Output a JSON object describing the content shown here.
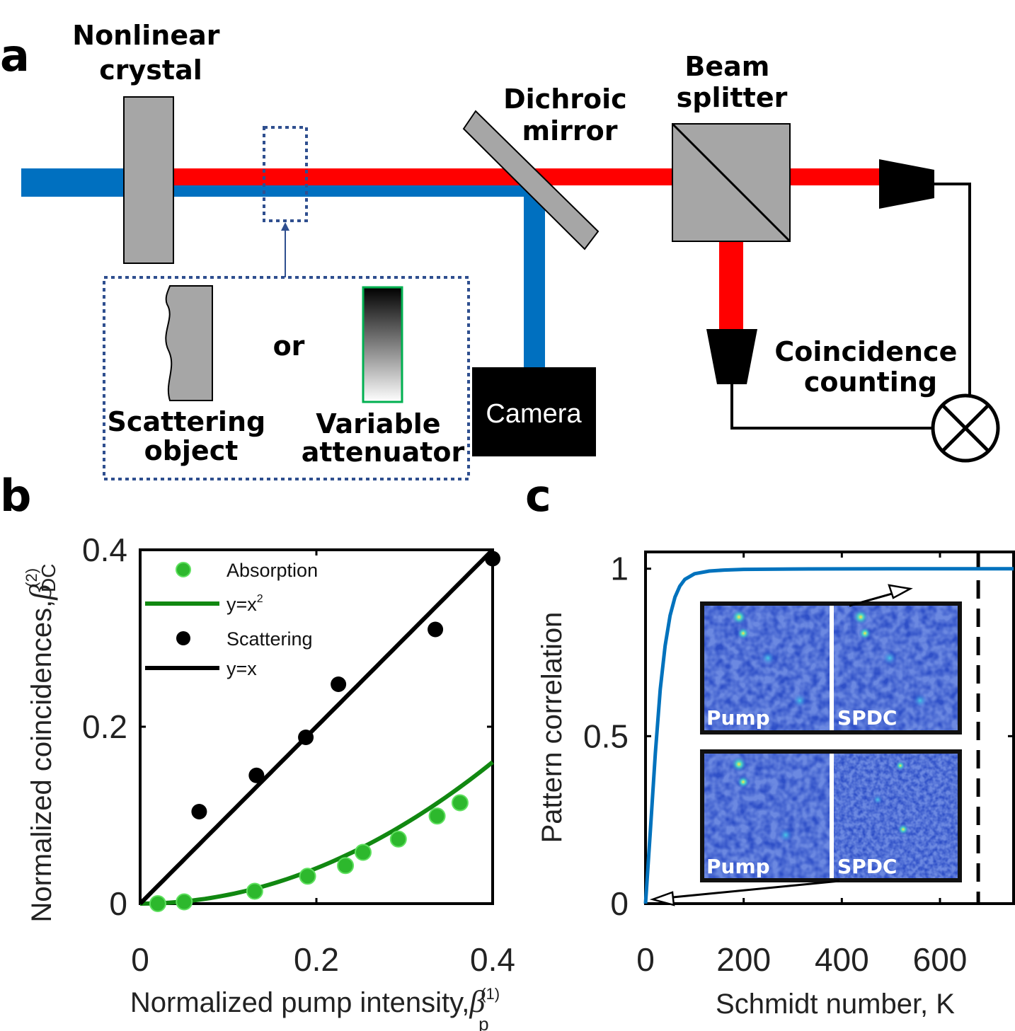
{
  "panel_a": {
    "letter": "a",
    "nonlinear_crystal": [
      "Nonlinear",
      "crystal"
    ],
    "dichroic_mirror": [
      "Dichroic",
      "mirror"
    ],
    "beam_splitter": [
      "Beam",
      "splitter"
    ],
    "coincidence_counting": [
      "Coincidence",
      "counting"
    ],
    "camera": "Camera",
    "scattering_object": [
      "Scattering",
      "object"
    ],
    "or": "or",
    "variable_attenuator": [
      "Variable",
      "attenuator"
    ],
    "colors": {
      "pump_beam": "#0070c0",
      "spdc_beam": "#ff0000",
      "component": "#a6a6a6",
      "attenuator_border": "#00b050",
      "dotted_box": "#2f4f8f"
    }
  },
  "chart_data": [
    {
      "panel": "b",
      "type": "scatter",
      "xlabel": "Normalized pump intensity,",
      "xlabel_symbol": "β",
      "xlabel_sub": "p",
      "xlabel_sup": "(1)",
      "ylabel": "Normalized coincidences,",
      "ylabel_symbol": "β",
      "ylabel_sub": "DC",
      "ylabel_sup": "(2)",
      "xlim": [
        0,
        0.4
      ],
      "ylim": [
        0,
        0.4
      ],
      "xticks": [
        "0",
        "0.2",
        "0.4"
      ],
      "yticks": [
        "0",
        "0.2",
        "0.4"
      ],
      "legend_position": "top-left",
      "series": [
        {
          "name": "Absorption",
          "kind": "points",
          "color": "#2db82d",
          "x": [
            0.02,
            0.05,
            0.13,
            0.19,
            0.233,
            0.253,
            0.293,
            0.337,
            0.363
          ],
          "y": [
            0.0,
            0.002,
            0.014,
            0.031,
            0.043,
            0.058,
            0.073,
            0.099,
            0.114
          ]
        },
        {
          "name": "y=x",
          "name_sup": "2",
          "kind": "curve",
          "color": "#118811",
          "function": "x^2"
        },
        {
          "name": "Scattering",
          "kind": "points",
          "color": "#000000",
          "x": [
            0.067,
            0.132,
            0.188,
            0.225,
            0.335,
            0.4
          ],
          "y": [
            0.104,
            0.145,
            0.188,
            0.248,
            0.31,
            0.39
          ]
        },
        {
          "name": "y=x",
          "kind": "curve",
          "color": "#000000",
          "function": "x"
        }
      ]
    },
    {
      "panel": "c",
      "type": "line",
      "xlabel": "Schmidt  number, K",
      "ylabel": "Pattern correlation",
      "xlim": [
        0,
        750
      ],
      "ylim": [
        0,
        1.05
      ],
      "xticks": [
        "0",
        "200",
        "400",
        "600"
      ],
      "yticks": [
        "0",
        "0.5",
        "1"
      ],
      "series": [
        {
          "color": "#0072bd",
          "x": [
            0,
            10,
            20,
            30,
            40,
            50,
            60,
            70,
            80,
            100,
            130,
            160,
            200,
            300,
            500,
            750
          ],
          "y": [
            0,
            0.22,
            0.45,
            0.64,
            0.77,
            0.86,
            0.915,
            0.948,
            0.968,
            0.985,
            0.993,
            0.996,
            0.998,
            0.999,
            1.0,
            1.0
          ]
        }
      ],
      "reference_line_x": 678,
      "inset_labels": {
        "top_left": "Pump",
        "top_right": "SPDC",
        "bottom_left": "Pump",
        "bottom_right": "SPDC"
      }
    }
  ]
}
